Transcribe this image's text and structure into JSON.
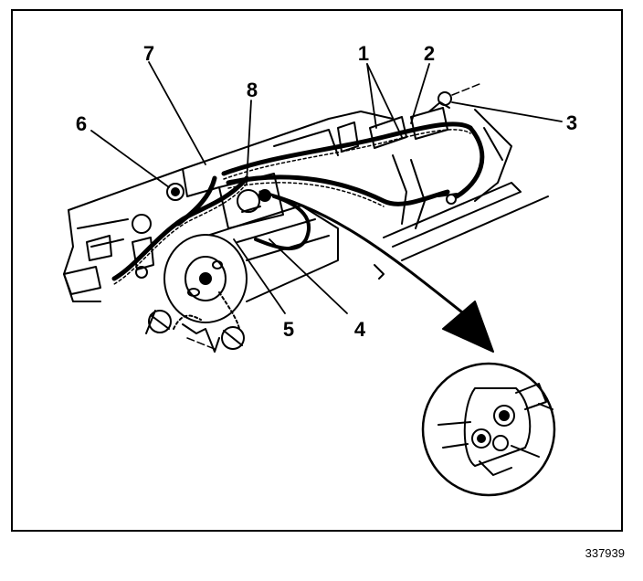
{
  "callouts": [
    "1",
    "2",
    "3",
    "4",
    "5",
    "6",
    "7",
    "8"
  ],
  "figure_number": "337939",
  "colors": {
    "ink": "#000000",
    "paper": "#ffffff"
  }
}
